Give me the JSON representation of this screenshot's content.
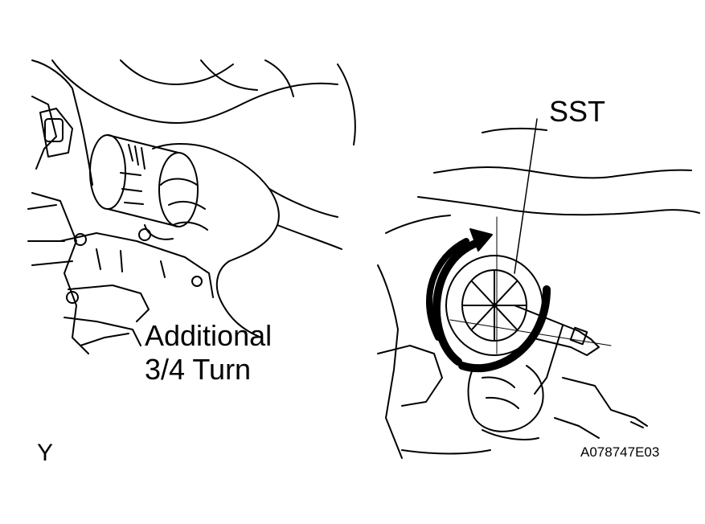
{
  "panels": {
    "left": {
      "caption_line1": "Additional",
      "caption_line2": "3/4 Turn",
      "corner_mark": "Y"
    },
    "right": {
      "tool_label": "SST",
      "figure_code": "A078747E03"
    }
  },
  "colors": {
    "ink": "#000000",
    "paper": "#ffffff"
  }
}
